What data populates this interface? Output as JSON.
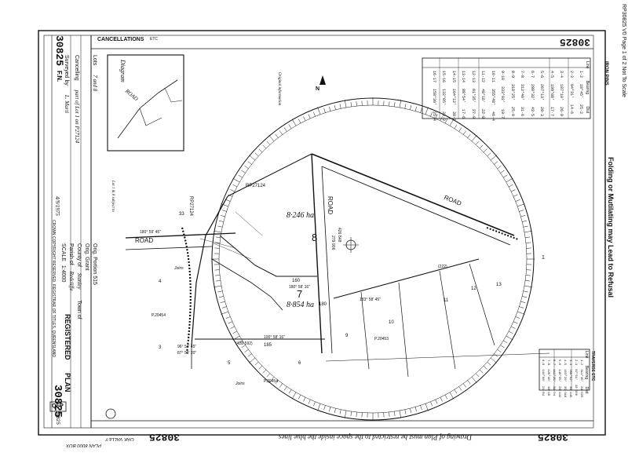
{
  "header": {
    "cancellations_label": "CANCELLATIONS",
    "cancellations_etc": "ETC",
    "plan_number_top": "30825",
    "plan_number_left": "30825",
    "page_note": "RP30825 V0   Page 1 of 2   Not To Scale",
    "folding_warning": "Folding or Mutilating may Lead to Refusal"
  },
  "title_block": {
    "plan_no": "30825",
    "fn": "F.N.",
    "lots_label": "Lots",
    "lots_value": "7 and 8",
    "cancelling_label": "Cancelling",
    "cancelling_value": "part of Lot 1 on P27124",
    "surveyed_label": "Surveyed by",
    "surveyed_value": "L. Marti",
    "date_value": "4/9/1975",
    "orig_portion": "Orig. Portion  515",
    "orig_grant": "Orig. Grant",
    "county_label": "County of",
    "county_value": "Stanley",
    "parish_label": "Parish of",
    "parish_value": "Redcliffe",
    "town_label": "Town of",
    "scale_label": "SCALE",
    "scale_value": "1:4000",
    "registered_label": "REGISTERED",
    "plan_label": "PLAN",
    "plan_number": "30825",
    "crown_copyright": "CROWN COPYRIGHT RESERVED.   REGISTRAR OF TITLES, QUEENSLAND",
    "stamp": "QSP",
    "stamp_num": "30825"
  },
  "bottom": {
    "plan_number_1": "30825",
    "plan_number_2": "30825",
    "drawing_note": "Drawing of Plan must be restricted to the space inside the blue lines",
    "valley_note": "OAK VALLEY",
    "archive_note": "PLAN 8000 BOX"
  },
  "diagram": {
    "road_label": "ROAD",
    "diagram_title": "Diagram",
    "lot_8_label": "8",
    "lot_8_area": "8·246 ha",
    "lot_7_label": "7",
    "lot_7_area": "8·854 ha",
    "road_vertical": "ROAD",
    "road_top": "ROAD",
    "road_left": "ROAD",
    "lot_1_label": "1",
    "rp_label_1": "RP27124",
    "rp_label_2": "RP27124",
    "lot_33_label": "33",
    "lot_4_label": "4",
    "lot_3_label": "3",
    "lot_5_label": "5",
    "lot_6_label": "6",
    "lot_9_label": "9",
    "lot_10_label": "10",
    "lot_11_label": "11",
    "lot_12_label": "12",
    "lot_13_label": "13",
    "p_label_1": "P.20454",
    "p_label_2": "P.20453",
    "p_label_3": "P.20454",
    "dist_160": "160",
    "dist_185": "185",
    "dist_180": "180",
    "bearing_1": "180° 59' 45\"",
    "bearing_2": "180° 58' 16\"",
    "bearing_3": "100° 58' 16\"",
    "bearing_4": "96° 54' 45\"",
    "bearing_5": "87° 59' 20\"",
    "bearing_6": "183° 58' 45\"",
    "dist_top_1": "(428·592)",
    "dist_top_2": "(222)",
    "dist_r1": "426·548",
    "dist_r2": "279·906",
    "notes_1": "Original information",
    "notes_2": "Lot 1 & 8 subject to",
    "joins_1": "Joins",
    "joins_2": "Joins",
    "north": "N"
  },
  "iron_pins": {
    "title": "IRON PINS",
    "headers": [
      "Line",
      "Bearing",
      "Dist"
    ],
    "rows": [
      [
        "1-2",
        "18°45'",
        "25·2"
      ],
      [
        "2-3",
        "94°31'",
        "14·6"
      ],
      [
        "3-4",
        "187°10'",
        "26·9"
      ],
      [
        "4-5",
        "199°08'",
        "17·7"
      ],
      [
        "5-6",
        "267°13'",
        "29·3"
      ],
      [
        "6-7",
        "288°32'",
        "43·5"
      ],
      [
        "7-8",
        "312°40'",
        "31·6"
      ],
      [
        "8-9",
        "318°25'",
        "25·0"
      ],
      [
        "9-10",
        "333°02'",
        "19·7"
      ],
      [
        "10-11",
        "355°48'",
        "46·4"
      ],
      [
        "11-12",
        "48°16'",
        "22·8"
      ],
      [
        "12-13",
        "61°35'",
        "27·0"
      ],
      [
        "13-14",
        "88°54'",
        "17·6"
      ],
      [
        "14-15",
        "104°12'",
        "38·1"
      ],
      [
        "15-16",
        "132°05'",
        "33·3"
      ],
      [
        "16-17",
        "158°30'",
        "25·4"
      ]
    ]
  },
  "traverse": {
    "title": "TRAVERSE ETC",
    "headers": [
      "Line",
      "Bearing",
      "Dist"
    ],
    "rows": [
      [
        "1-2",
        "311°45'",
        "29·025"
      ],
      [
        "2-3",
        "87°51'",
        "43·000"
      ],
      [
        "3-4",
        "358°02'",
        "36·445"
      ],
      [
        "4-5",
        "103°20'",
        "35·316"
      ],
      [
        "5-6",
        "148°55'",
        "28·442"
      ],
      [
        "6-7",
        "112°25'",
        "31·04"
      ],
      [
        "7-8",
        "126°40'",
        "16·18"
      ],
      [
        "8-9",
        "144°08'",
        "21·84"
      ]
    ]
  }
}
